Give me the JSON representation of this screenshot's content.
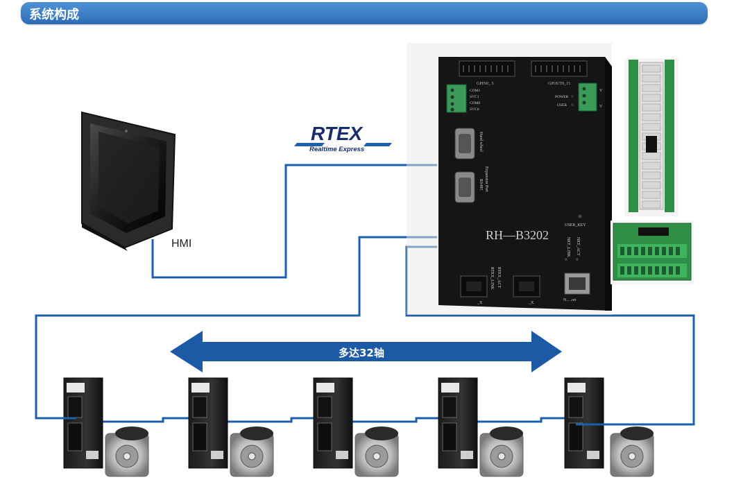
{
  "header": {
    "title": "系统构成"
  },
  "hmi": {
    "label": "HMI"
  },
  "rtex_logo": {
    "name": "RTEX",
    "tagline": "Realtime Express"
  },
  "controller": {
    "model": "RH—B3202",
    "connectors": {
      "gpin": "GPIN0_ 5",
      "gpout": "GPOUT0_15",
      "com1": "COM1",
      "svc1": "SVC1",
      "com0": "COM0",
      "svc0": "SVC0",
      "power": "POWER",
      "user": "USER",
      "handwheel": "Hand wheel",
      "rs485": "RS485",
      "expansion": "Expansion Port",
      "user_key": "USER_KEY",
      "net_link": "NET_LINK",
      "net_act": "NET_ACT",
      "rtex_link": "RTEX_LINK",
      "rtex_act": "RTEX_ACT",
      "port_tx": "_X",
      "port_rx": "_X",
      "net_port": "N... .ort",
      "v1": "V",
      "v2": "V"
    }
  },
  "axes_banner": {
    "label": "多达32轴"
  },
  "colors": {
    "header": "#3b7fc8",
    "cable": "#1d5fa8",
    "banner": "#1c5aa6",
    "controller": "#141414"
  }
}
